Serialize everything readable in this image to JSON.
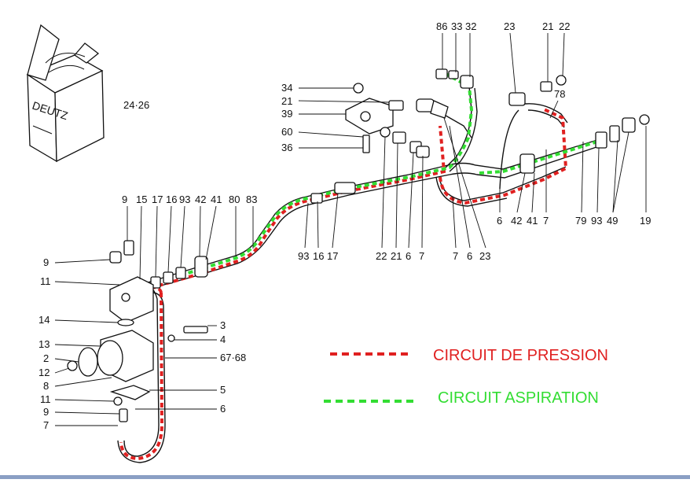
{
  "box_label": "24·26",
  "box_brand": "DEUTZ",
  "callouts": {
    "c86": "86",
    "c33": "33",
    "c32": "32",
    "c23a": "23",
    "c21a": "21",
    "c22a": "22",
    "c34": "34",
    "c21b": "21",
    "c39": "39",
    "c60": "60",
    "c36": "36",
    "c78": "78",
    "c9a": "9",
    "c15": "15",
    "c17a": "17",
    "c16a": "16",
    "c93a": "93",
    "c42a": "42",
    "c41a": "41",
    "c80": "80",
    "c83": "83",
    "c93b": "93",
    "c16b": "16",
    "c17b": "17",
    "c22b": "22",
    "c21c": "21",
    "c6a": "6",
    "c7a": "7",
    "c7b": "7",
    "c6b": "6",
    "c23b": "23",
    "c6c": "6",
    "c42b": "42",
    "c41b": "41",
    "c7c": "7",
    "c79": "79",
    "c93c": "93",
    "c49": "49",
    "c19": "19",
    "c9b": "9",
    "c11a": "11",
    "c14": "14",
    "c13": "13",
    "c2": "2",
    "c12": "12",
    "c8": "8",
    "c11b": "11",
    "c9c": "9",
    "c7d": "7",
    "c3": "3",
    "c4": "4",
    "c6768": "67·68",
    "c5": "5",
    "c6d": "6"
  },
  "legend": {
    "pressure_label": "CIRCUIT DE PRESSION",
    "pressure_color": "#e02020",
    "suction_label": "CIRCUIT ASPIRATION",
    "suction_color": "#33dd33"
  }
}
